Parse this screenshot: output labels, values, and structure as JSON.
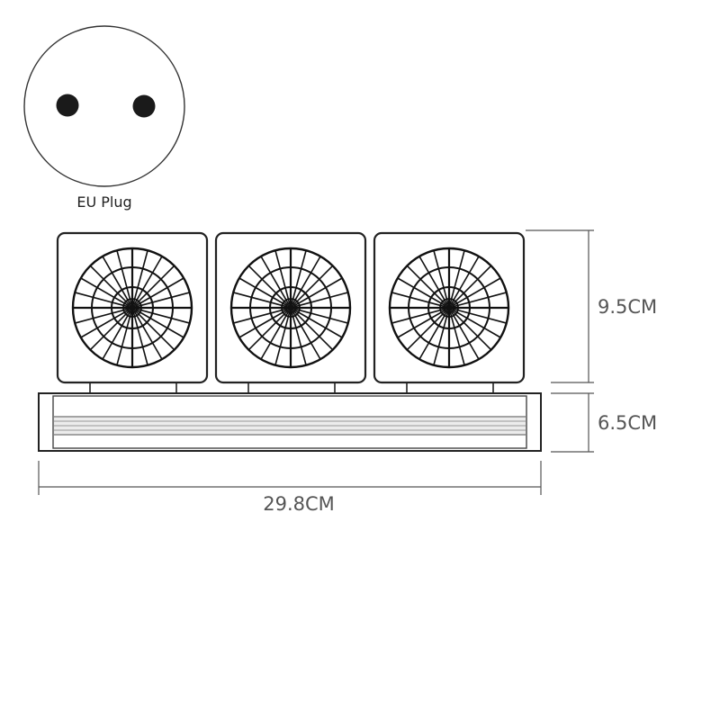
{
  "plug": {
    "label": "EU Plug"
  },
  "dimensions": {
    "fan_height": "9.5CM",
    "base_height": "6.5CM",
    "width": "29.8CM"
  },
  "colors": {
    "outline": "#222222",
    "grille": "#111111",
    "dimension_line": "#555555",
    "dimension_text": "#555555",
    "base_fill": "#f2f2f2"
  }
}
